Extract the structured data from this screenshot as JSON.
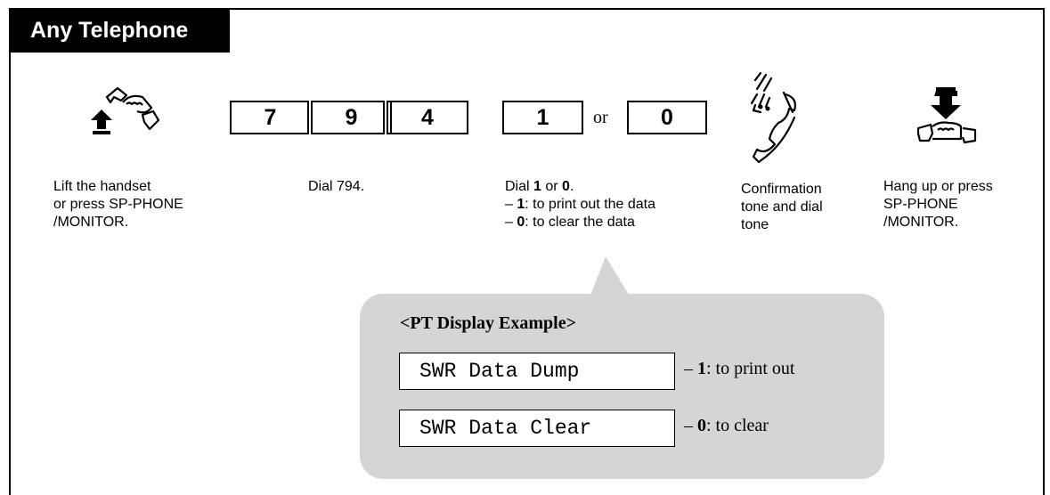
{
  "header": {
    "title": "Any Telephone"
  },
  "keys": {
    "dial_code": [
      "7",
      "9",
      "4"
    ],
    "option_a": "1",
    "or_text": "or",
    "option_b": "0"
  },
  "steps": {
    "lift": [
      "Lift the handset",
      "or press SP-PHONE",
      "/MONITOR."
    ],
    "dial": "Dial 794.",
    "choose": {
      "line1_prefix": "Dial ",
      "line1_a": "1",
      "line1_mid": " or ",
      "line1_b": "0",
      "line1_suffix": ".",
      "dash": "– ",
      "line2_key": "1",
      "line2_text": ": to print out the data",
      "line3_key": "0",
      "line3_text": ": to clear the data"
    },
    "confirm": [
      "Confirmation",
      "tone and dial",
      "tone"
    ],
    "hangup": [
      "Hang up or press",
      "SP-PHONE",
      "/MONITOR."
    ]
  },
  "display_example": {
    "title": "<PT Display Example>",
    "rows": [
      {
        "lcd": "SWR Data Dump",
        "dash": "– ",
        "key": "1",
        "note": ": to print out"
      },
      {
        "lcd": "SWR Data Clear",
        "dash": "– ",
        "key": "0",
        "note": ": to clear"
      }
    ]
  },
  "icons": {
    "lift": "lift-handset-icon",
    "tone": "ringing-handset-icon",
    "hangup": "hang-up-icon"
  }
}
